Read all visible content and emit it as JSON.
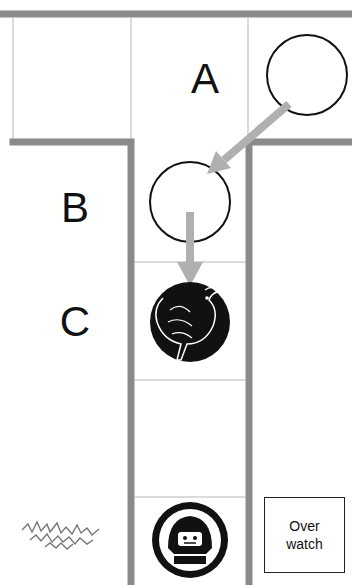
{
  "diagram": {
    "nodes": [
      {
        "text": [
          "Over watch"
        ]
      }
    ],
    "labels": [
      "A",
      "B",
      "C"
    ]
  }
}
